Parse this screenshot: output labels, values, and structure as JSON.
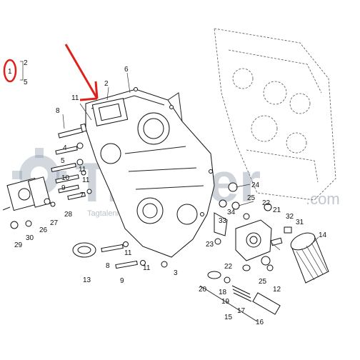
{
  "watermark": {
    "brand": "Trakter",
    "domain": ".com",
    "tagline": "Tagtalenio"
  },
  "legend": {
    "circled": "1",
    "items": [
      "2",
      "5"
    ]
  },
  "callouts": {
    "c2": "2",
    "c6": "6",
    "c11a": "11",
    "c8a": "8",
    "c4": "4",
    "c5": "5",
    "c11b": "11",
    "c10": "10",
    "c11c": "11",
    "c9a": "9",
    "c7": "7",
    "c28": "28",
    "c27": "27",
    "c26": "26",
    "c30": "30",
    "c29": "29",
    "c24": "24",
    "c25a": "25",
    "c22a": "22",
    "c34": "34",
    "c33": "33",
    "c23": "23",
    "c21": "21",
    "c32": "32",
    "c31": "31",
    "c14": "14",
    "c12": "12",
    "c25b": "25",
    "c22b": "22",
    "c11d": "11",
    "c8b": "8",
    "c11e": "11",
    "c9b": "9",
    "c13": "13",
    "c3": "3",
    "c20": "20",
    "c18": "18",
    "c19": "19",
    "c17": "17",
    "c15": "15",
    "c16": "16"
  },
  "colors": {
    "annotation_red": "#e0201a",
    "watermark_gray": "#7f8fa0",
    "linework": "#111111"
  }
}
